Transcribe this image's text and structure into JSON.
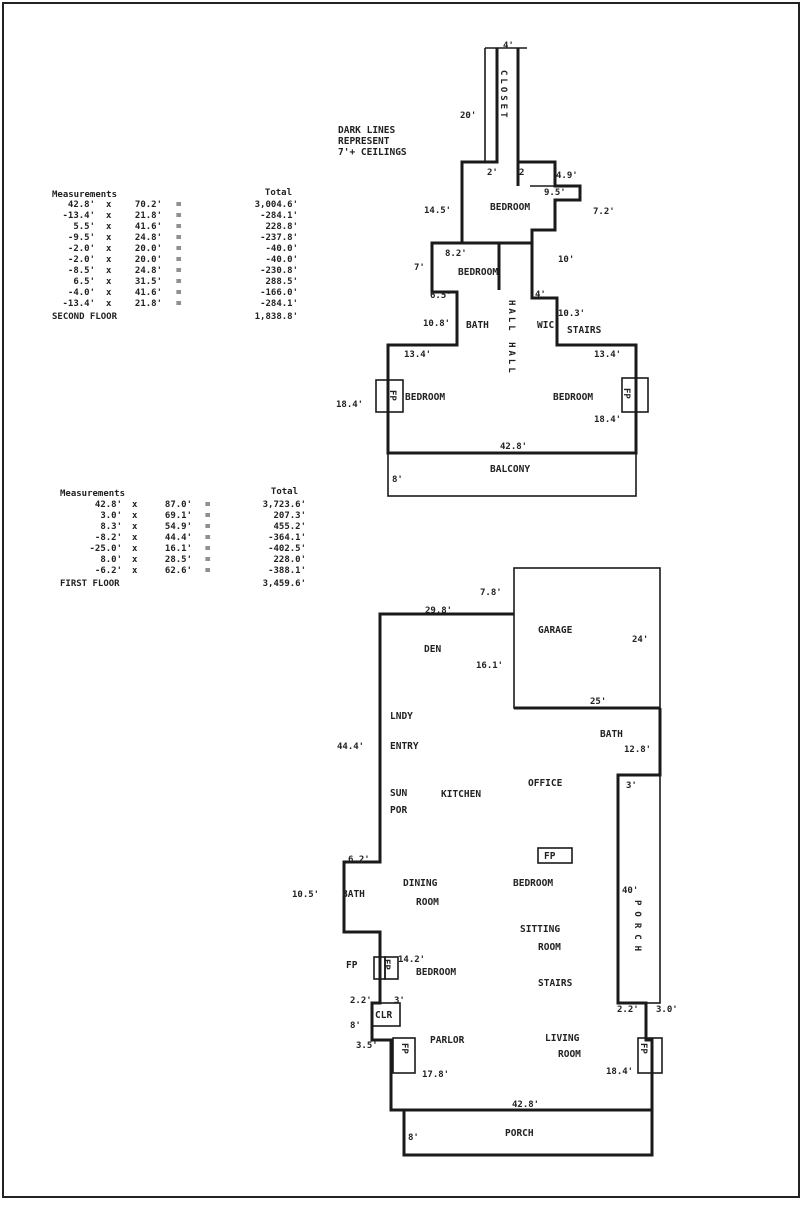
{
  "legend": {
    "line1": "DARK LINES",
    "line2": "REPRESENT",
    "line3": "7'+ CEILINGS"
  },
  "second_floor_table": {
    "header_left": "Measurements",
    "header_right": "Total",
    "rows": [
      {
        "a": "42.8'",
        "op": "x",
        "b": "70.2'",
        "eq": "=",
        "total": "3,004.6'"
      },
      {
        "a": "-13.4'",
        "op": "x",
        "b": "21.8'",
        "eq": "=",
        "total": "-284.1'"
      },
      {
        "a": "5.5'",
        "op": "x",
        "b": "41.6'",
        "eq": "=",
        "total": "228.8'"
      },
      {
        "a": "-9.5'",
        "op": "x",
        "b": "24.8'",
        "eq": "=",
        "total": "-237.8'"
      },
      {
        "a": "-2.0'",
        "op": "x",
        "b": "20.0'",
        "eq": "=",
        "total": "-40.0'"
      },
      {
        "a": "-2.0'",
        "op": "x",
        "b": "20.0'",
        "eq": "=",
        "total": "-40.0'"
      },
      {
        "a": "-8.5'",
        "op": "x",
        "b": "24.8'",
        "eq": "=",
        "total": "-230.8'"
      },
      {
        "a": "6.5'",
        "op": "x",
        "b": "31.5'",
        "eq": "=",
        "total": "288.5'"
      },
      {
        "a": "-4.0'",
        "op": "x",
        "b": "41.6'",
        "eq": "=",
        "total": "-166.0'"
      },
      {
        "a": "-13.4'",
        "op": "x",
        "b": "21.8'",
        "eq": "=",
        "total": "-284.1'"
      }
    ],
    "footer_label": "SECOND FLOOR",
    "footer_total": "1,838.8'"
  },
  "first_floor_table": {
    "header_left": "Measurements",
    "header_right": "Total",
    "rows": [
      {
        "a": "42.8'",
        "op": "x",
        "b": "87.0'",
        "eq": "=",
        "total": "3,723.6'"
      },
      {
        "a": "3.0'",
        "op": "x",
        "b": "69.1'",
        "eq": "=",
        "total": "207.3'"
      },
      {
        "a": "8.3'",
        "op": "x",
        "b": "54.9'",
        "eq": "=",
        "total": "455.2'"
      },
      {
        "a": "-8.2'",
        "op": "x",
        "b": "44.4'",
        "eq": "=",
        "total": "-364.1'"
      },
      {
        "a": "-25.0'",
        "op": "x",
        "b": "16.1'",
        "eq": "=",
        "total": "-402.5'"
      },
      {
        "a": "8.0'",
        "op": "x",
        "b": "28.5'",
        "eq": "=",
        "total": "228.0'"
      },
      {
        "a": "-6.2'",
        "op": "x",
        "b": "62.6'",
        "eq": "=",
        "total": "-388.1'"
      }
    ],
    "footer_label": "FIRST FLOOR",
    "footer_total": "3,459.6'"
  },
  "second_floor": {
    "closet_vertical": "CLOSET",
    "hall_vertical": "HALL HALL",
    "rooms": {
      "bedroom_top": "BEDROOM",
      "bedroom_mid": "BEDROOM",
      "bath": "BATH",
      "wic": "WIC",
      "stairs": "STAIRS",
      "bedroom_left": "BEDROOM",
      "bedroom_right": "BEDROOM",
      "balcony": "BALCONY"
    },
    "fp_left": "FP",
    "fp_right": "FP",
    "dims": {
      "d4": "4'",
      "d20": "20'",
      "d2a": "2'",
      "d2b": "2",
      "d4_9": "4.9'",
      "d9_5": "9.5'",
      "d14_5": "14.5'",
      "d7_2": "7.2'",
      "d8_2": "8.2'",
      "d10": "10'",
      "d7": "7'",
      "d6_5": "6.5'",
      "d4b": "4'",
      "d10_8": "10.8'",
      "d10_3": "10.3'",
      "d13_4a": "13.4'",
      "d13_4b": "13.4'",
      "d18_4a": "18.4'",
      "d18_4b": "18.4'",
      "d42_8": "42.8'",
      "d8": "8'"
    }
  },
  "first_floor": {
    "rooms": {
      "garage": "GARAGE",
      "den": "DEN",
      "lndy": "LNDY",
      "entry": "ENTRY",
      "bath_right": "BATH",
      "sun": "SUN",
      "por": "POR",
      "kitchen": "KITCHEN",
      "office": "OFFICE",
      "fp_center": "FP",
      "dining": "DINING",
      "room_dining": "ROOM",
      "bedroom_center": "BEDROOM",
      "bath_left": "BATH",
      "sitting": "SITTING",
      "room_sitting": "ROOM",
      "fp_left_label": "FP",
      "bedroom_left": "BEDROOM",
      "stairs": "STAIRS",
      "clr": "CLR",
      "parlor": "PARLOR",
      "living": "LIVING",
      "room_living": "ROOM",
      "porch_bottom": "PORCH",
      "porch_vertical": "PORCH"
    },
    "fp_small_left": "FP",
    "fp_small_parlor": "FP",
    "fp_small_living": "FP",
    "dims": {
      "d7_8": "7.8'",
      "d29_8": "29.8'",
      "d24": "24'",
      "d16_1": "16.1'",
      "d25": "25'",
      "d12_8": "12.8'",
      "d44_4": "44.4'",
      "d3": "3'",
      "d6_2": "6.2'",
      "d10_5": "10.5'",
      "d40": "40'",
      "d14_2": "14.2'",
      "d2_2a": "2.2'",
      "d3b": "3'",
      "d8": "8'",
      "d3_5": "3.5'",
      "d2_2b": "2.2'",
      "d3_0": "3.0'",
      "d17_8": "17.8'",
      "d18_4": "18.4'",
      "d42_8": "42.8'",
      "d8b": "8'"
    }
  }
}
